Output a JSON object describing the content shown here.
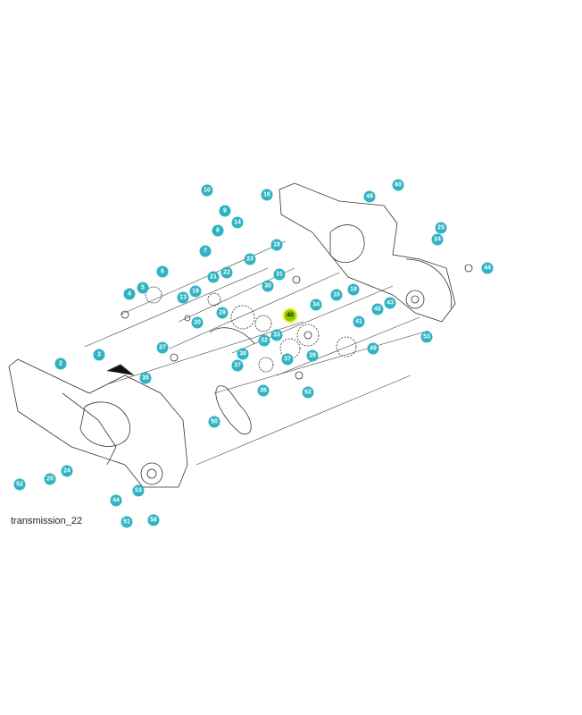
{
  "diagram": {
    "caption": "transmission_22",
    "highlighted_part": "40",
    "callout_color": "#2fb3c2",
    "highlight_color": "#8cc800",
    "callouts": [
      "10",
      "16",
      "9",
      "14",
      "48",
      "60",
      "25",
      "24",
      "8",
      "7",
      "18",
      "23",
      "6",
      "22",
      "31",
      "44",
      "5",
      "21",
      "30",
      "4",
      "19",
      "13",
      "18",
      "10",
      "34",
      "43",
      "42",
      "29",
      "40",
      "41",
      "20",
      "53",
      "33",
      "32",
      "27",
      "37",
      "39",
      "49",
      "38",
      "3",
      "2",
      "37",
      "35",
      "36",
      "62",
      "50",
      "52",
      "25",
      "24",
      "53",
      "44",
      "51",
      "58"
    ]
  }
}
